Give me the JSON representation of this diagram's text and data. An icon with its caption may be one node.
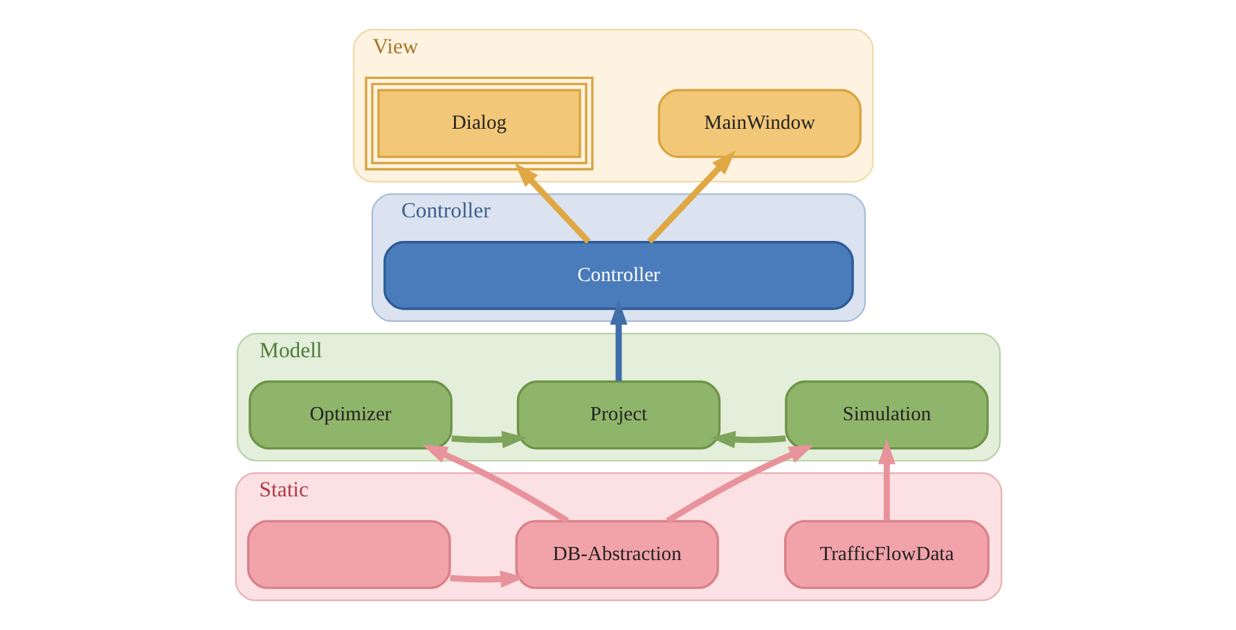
{
  "diagram": {
    "nodes": [
      {
        "text": [
          "View"
        ]
      },
      {
        "text": [
          "Dialog"
        ],
        "in": 0
      },
      {
        "text": [
          "MainWindow"
        ],
        "in": 0
      },
      {
        "text": [
          "Controller"
        ]
      },
      {
        "text": [
          "Controller"
        ],
        "in": 3
      },
      {
        "text": [
          "Modell"
        ]
      },
      {
        "text": [
          "Optimizer"
        ],
        "in": 5
      },
      {
        "text": [
          "Project"
        ],
        "in": 5
      },
      {
        "text": [
          "Simulation"
        ],
        "in": 5
      },
      {
        "text": [
          "Static"
        ]
      },
      {
        "text": [],
        "shape": "box",
        "in": 9
      },
      {
        "text": [
          "DB-Abstraction"
        ],
        "in": 9
      },
      {
        "text": [
          "TrafficFlowData"
        ],
        "in": 9
      }
    ],
    "edges": [
      {
        "from": 4,
        "to": 1,
        "arrow": "to",
        "color": "#e0a844"
      },
      {
        "from": 4,
        "to": 2,
        "arrow": "to",
        "color": "#e0a844"
      },
      {
        "from": 7,
        "to": 4,
        "arrow": "to",
        "color": "#3f6ea8"
      },
      {
        "from": 6,
        "to": 7,
        "arrow": "to",
        "color": "#7ea35a"
      },
      {
        "from": 8,
        "to": 7,
        "arrow": "to",
        "color": "#7ea35a"
      },
      {
        "from": 11,
        "to": 6,
        "arrow": "to"
      },
      {
        "from": 11,
        "to": 8,
        "arrow": "to"
      },
      {
        "from": 10,
        "to": 11,
        "arrow": "to"
      },
      {
        "from": 12,
        "to": 8,
        "arrow": "to"
      }
    ]
  }
}
